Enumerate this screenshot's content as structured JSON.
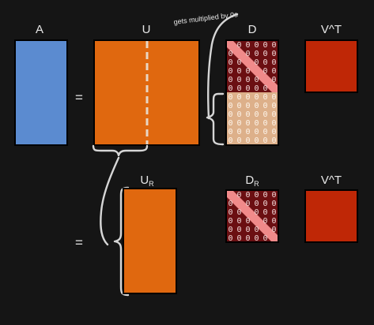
{
  "labels": {
    "A": "A",
    "U": "U",
    "D": "D",
    "Vt": "V^T",
    "UR": "U",
    "UR_sub": "R",
    "DR": "D",
    "DR_sub": "R",
    "Vt2": "V^T",
    "eq": "=",
    "annotation": "gets multiplied by 0s"
  },
  "zero_char": "0",
  "colors": {
    "background": "#151515",
    "A": "#5b8bd0",
    "U": "#e0680f",
    "V": "#bf2706",
    "D_dark": "#6b0f12",
    "D_light": "#ddb08a",
    "diagonal": "#f08a8a",
    "text": "#e6e6e6",
    "stroke": "#d6d6d6"
  }
}
